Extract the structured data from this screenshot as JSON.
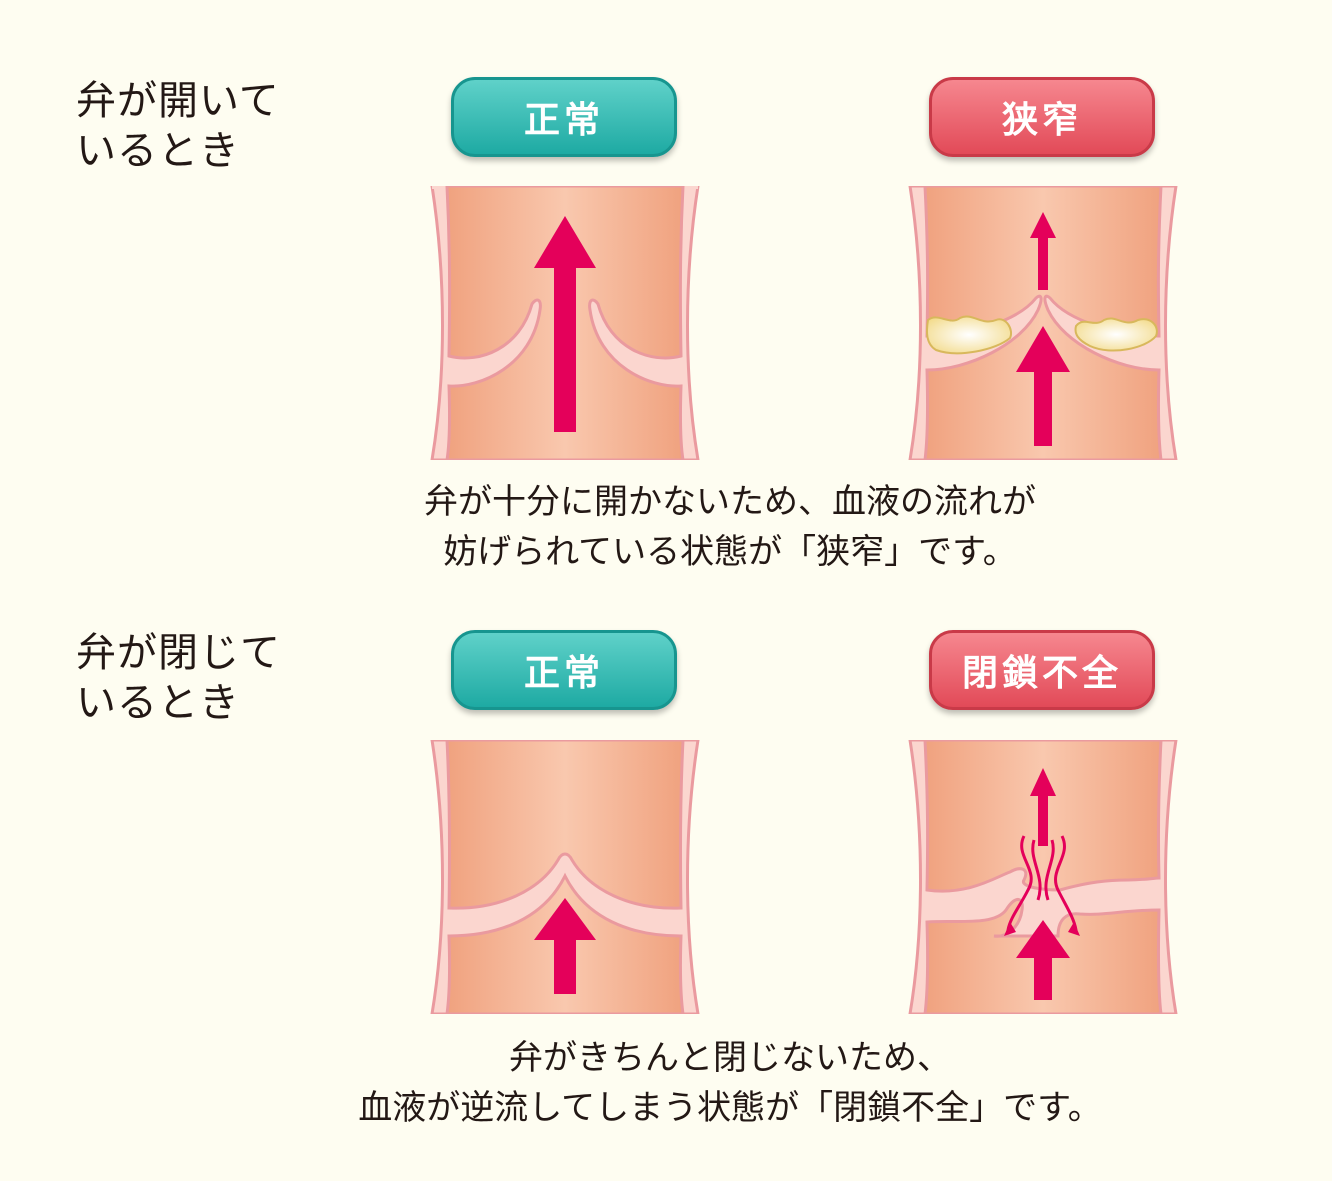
{
  "colors": {
    "background": "#fefdf1",
    "normal_badge": "#2cb5ae",
    "abnormal_badge": "#e8505e",
    "arrow": "#e4005a",
    "vessel_wall": "#fbd6cf",
    "vessel_outline": "#ea9a9f",
    "lumen": "#f3ab88",
    "calcification": "#f6e3a6"
  },
  "open": {
    "label": "弁が開いて\nいるとき",
    "normal_badge": "正常",
    "abnormal_badge": "狭窄",
    "caption_line1": "弁が十分に開かないため、血液の流れが",
    "caption_line2": "妨げられている状態が「狭窄」です。"
  },
  "closed": {
    "label": "弁が閉じて\nいるとき",
    "normal_badge": "正常",
    "abnormal_badge": "閉鎖不全",
    "caption_line1": "弁がきちんと閉じないため、",
    "caption_line2": "血液が逆流してしまう状態が「閉鎖不全」です。"
  }
}
